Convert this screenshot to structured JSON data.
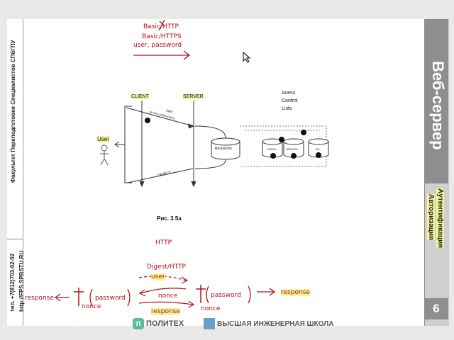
{
  "sidebar_left": {
    "faculty": "Факультет Переподготовки Специалистов СПбГПУ",
    "contact": "тел. +7(812)703-02-02",
    "url": "http://FPS.SPBSTU.RU"
  },
  "slide": {
    "title": "Веб-сервер",
    "subtitle_line1": "Аутентификация",
    "subtitle_line2": "Авторизация",
    "number": "6"
  },
  "annotations": {
    "basic_http": "Basic/HTTP",
    "basic_https": "Basic/HTTPS",
    "user_password": "user, password",
    "http": "HTTP",
    "digest_http": "Digest/HTTP",
    "user": "user",
    "response_left": "response",
    "password": "password",
    "nonce_left": "nonce",
    "nonce_mid": "nonce",
    "response_mid": "response",
    "nonce_bottom": "nonce",
    "password_right": "password",
    "response_right": "response"
  },
  "diagram": {
    "client": "CLIENT",
    "server": "SERVER",
    "user": "User",
    "acl_1": "Acess",
    "acl_2": "Control",
    "acl_3": "Lists",
    "get": "GET",
    "auth_line": "AUTH: USER+PASS",
    "resources": "Resources",
    "users": "USERs",
    "groups": "GROUPs",
    "ips": "IPs",
    "object": "OBJECT",
    "caption": "Рис. 3.5а"
  },
  "footer": {
    "brand1": "ПОЛИТЕХ",
    "brand2": "ВЫСШАЯ ИНЖЕНЕРНАЯ ШКОЛА"
  }
}
